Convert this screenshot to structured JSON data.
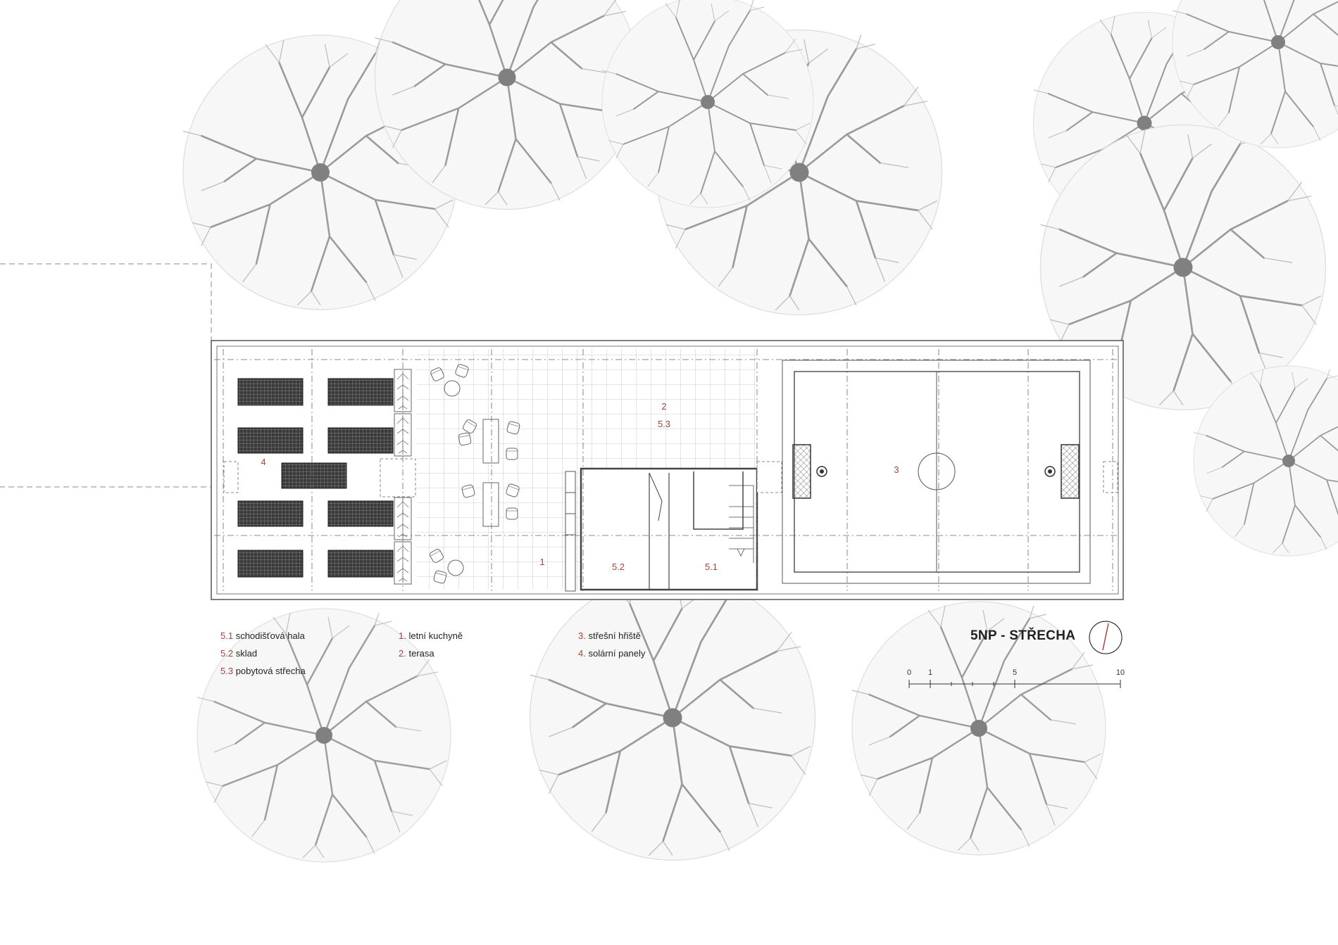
{
  "room_labels": {
    "r4": "4",
    "r2": "2",
    "r53": "5.3",
    "r3": "3",
    "r1": "1",
    "r52": "5.2",
    "r51": "5.1"
  },
  "legend": [
    {
      "num": "5.1",
      "label": "schodišťová hala"
    },
    {
      "num": "5.2",
      "label": "sklad"
    },
    {
      "num": "5.3",
      "label": "pobytová střecha"
    },
    {
      "num": "1.",
      "label": "letní kuchyně"
    },
    {
      "num": "2.",
      "label": "terasa"
    },
    {
      "num": "3.",
      "label": "střešní hřiště"
    },
    {
      "num": "4.",
      "label": "solární panely"
    }
  ],
  "title": "5NP - STŘECHA",
  "scale_bar": {
    "ticks": [
      "0",
      "1",
      "5",
      "10"
    ]
  },
  "colors": {
    "label_accent": "#a0463c",
    "line": "#555555",
    "tree": "#7a7a7a",
    "panel": "#3a3a3a"
  },
  "icons": [
    "north-arrow-icon",
    "tree-icon",
    "soccer-ball-icon",
    "goal-icon",
    "chair-icon",
    "planter-icon"
  ]
}
